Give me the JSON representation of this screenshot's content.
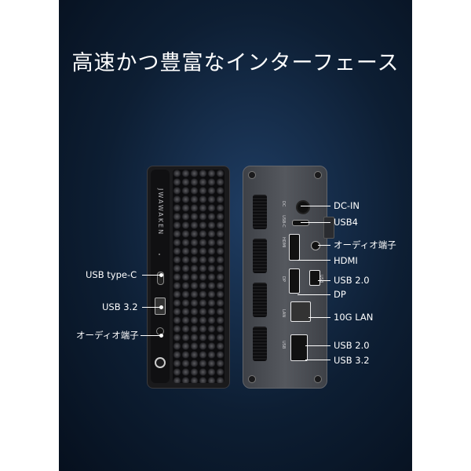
{
  "headline": "高速かつ豊富なインターフェース",
  "brand": "JWAWAKEN",
  "front_labels": {
    "usb_type_c": "USB type-C",
    "usb_3_2": "USB 3.2",
    "audio": "オーディオ端子"
  },
  "back_labels": {
    "dc_in": "DC-IN",
    "usb4": "USB4",
    "audio": "オーディオ端子",
    "hdmi": "HDMI",
    "usb_2_0_top": "USB 2.0",
    "dp": "DP",
    "lan": "10G LAN",
    "usb_2_0_bottom": "USB 2.0",
    "usb_3_2": "USB 3.2"
  },
  "panel_silk": {
    "dc": "DC",
    "usb_c": "USB-C",
    "hdmi": "HDMI",
    "dp": "DP",
    "usb": "USB",
    "lan": "LAN",
    "usb_bottom": "USB"
  },
  "colors": {
    "background_top": "#1f3d63",
    "background_edge": "#06101e",
    "text": "#ffffff"
  }
}
